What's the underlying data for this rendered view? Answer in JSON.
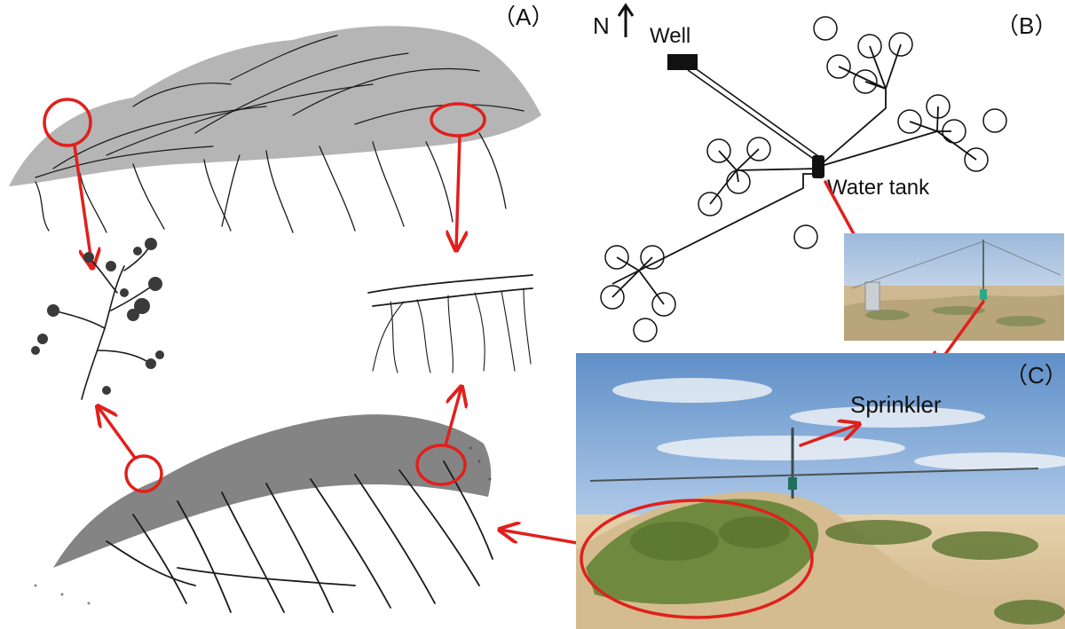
{
  "panels": {
    "a": {
      "label": "（A）"
    },
    "b": {
      "label": "（B）"
    },
    "c": {
      "label": "（C）"
    }
  },
  "layout_b": {
    "north": "N",
    "well": "Well",
    "water_tank": "Water tank"
  },
  "photo_c": {
    "sprinkler": "Sprinkler"
  },
  "colors": {
    "annotation": "#e0201c",
    "sky": "#7fa9d6",
    "sand": "#d9c39a",
    "shrub": "#6f8a3e"
  }
}
